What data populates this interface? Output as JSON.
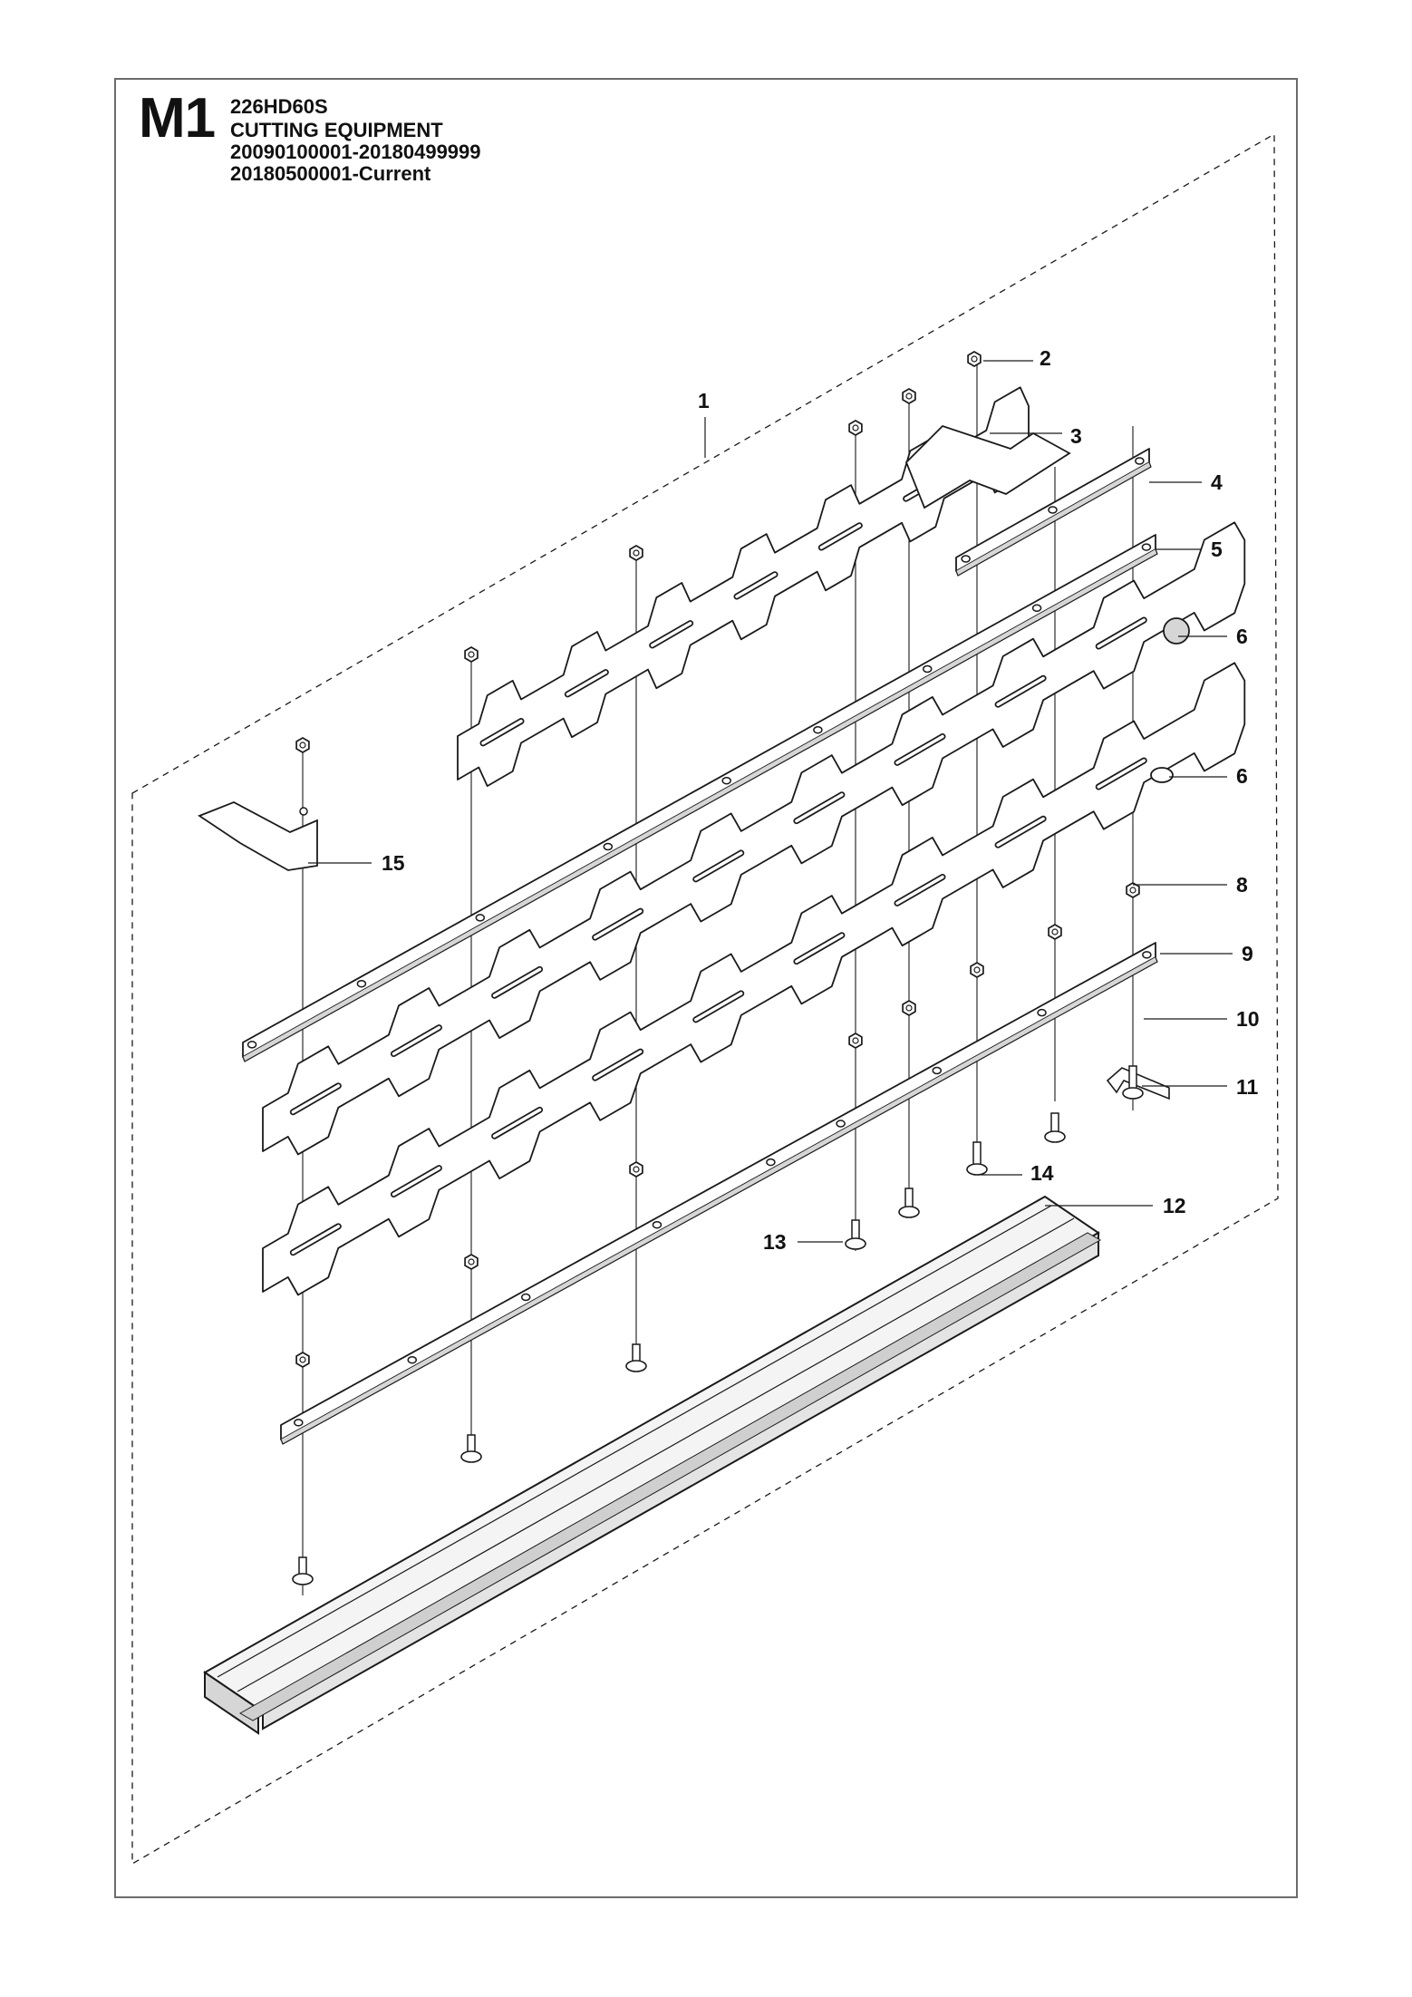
{
  "header": {
    "section_code": "M1",
    "model": "226HD60S",
    "title": "CUTTING EQUIPMENT",
    "serial_range_1": "20090100001-20180499999",
    "serial_range_2": "20180500001-Current"
  },
  "callouts": [
    {
      "id": "c1",
      "label": "1"
    },
    {
      "id": "c2",
      "label": "2"
    },
    {
      "id": "c3",
      "label": "3"
    },
    {
      "id": "c4",
      "label": "4"
    },
    {
      "id": "c5",
      "label": "5"
    },
    {
      "id": "c6a",
      "label": "6"
    },
    {
      "id": "c6b",
      "label": "6"
    },
    {
      "id": "c8",
      "label": "8"
    },
    {
      "id": "c9",
      "label": "9"
    },
    {
      "id": "c10",
      "label": "10"
    },
    {
      "id": "c11",
      "label": "11"
    },
    {
      "id": "c12",
      "label": "12"
    },
    {
      "id": "c13",
      "label": "13"
    },
    {
      "id": "c14",
      "label": "14"
    },
    {
      "id": "c15",
      "label": "15"
    }
  ],
  "colors": {
    "line": "#1a1a1a",
    "fill": "#ffffff",
    "shade": "#d6d6d6",
    "frame": "#6b6b6b"
  }
}
